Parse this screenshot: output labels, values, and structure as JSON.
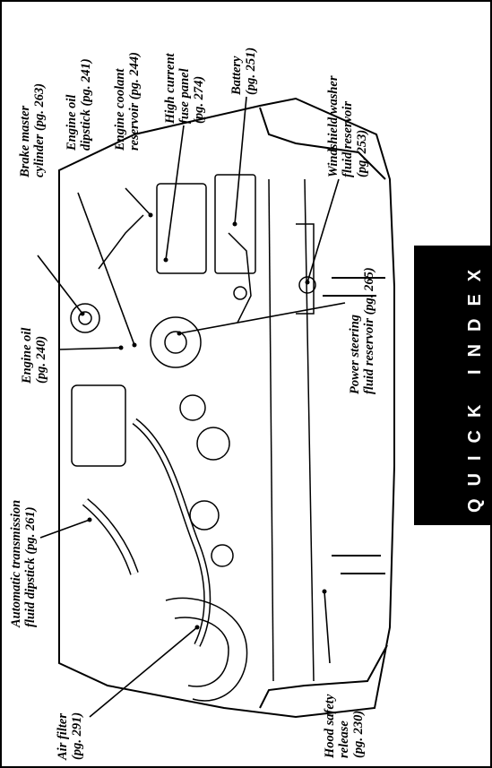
{
  "labels": {
    "brake_master": [
      "Brake master",
      "cylinder (pg. 263)"
    ],
    "engine_oil_dipstick": [
      "Engine oil",
      "dipstick (pg. 241)"
    ],
    "engine_coolant": [
      "Engine coolant",
      "reservoir (pg. 244)"
    ],
    "high_current_fuse": [
      "High current",
      "fuse panel",
      "(pg. 274)"
    ],
    "battery": [
      "Battery",
      "(pg. 251)"
    ],
    "windshield_washer": [
      "Windshield washer",
      "fluid reservoir",
      "(pg. 253)"
    ],
    "power_steering": [
      "Power steering",
      "fluid reservoir (pg. 265)"
    ],
    "engine_oil": [
      "Engine oil",
      "(pg. 240)"
    ],
    "auto_trans": [
      "Automatic transmission",
      "fluid dipstick (pg. 261)"
    ],
    "air_filter": [
      "Air filter",
      "(pg. 291)"
    ],
    "hood_release": [
      "Hood safety",
      "release",
      "(pg. 230)"
    ]
  },
  "side_tab": {
    "text": "QUICK INDEX",
    "background": "#000000",
    "color": "#ffffff"
  }
}
